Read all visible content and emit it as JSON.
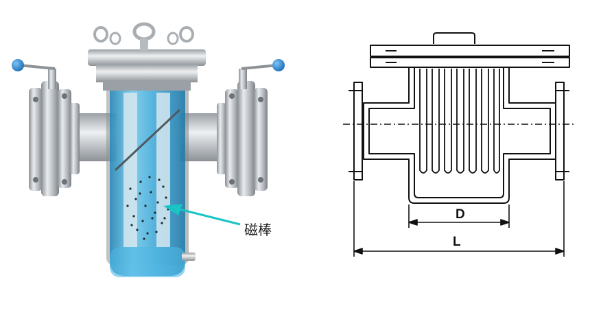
{
  "left_figure": {
    "callout_label": "磁棒"
  },
  "right_drawing": {
    "dimension_inner": "D",
    "dimension_overall": "L"
  },
  "colors": {
    "vessel_blue": "#3fa8d8",
    "steel": "#b8bcc0",
    "handle_knob": "#2b8fd6",
    "callout_arrow": "#19c4c4",
    "line": "#111111"
  }
}
